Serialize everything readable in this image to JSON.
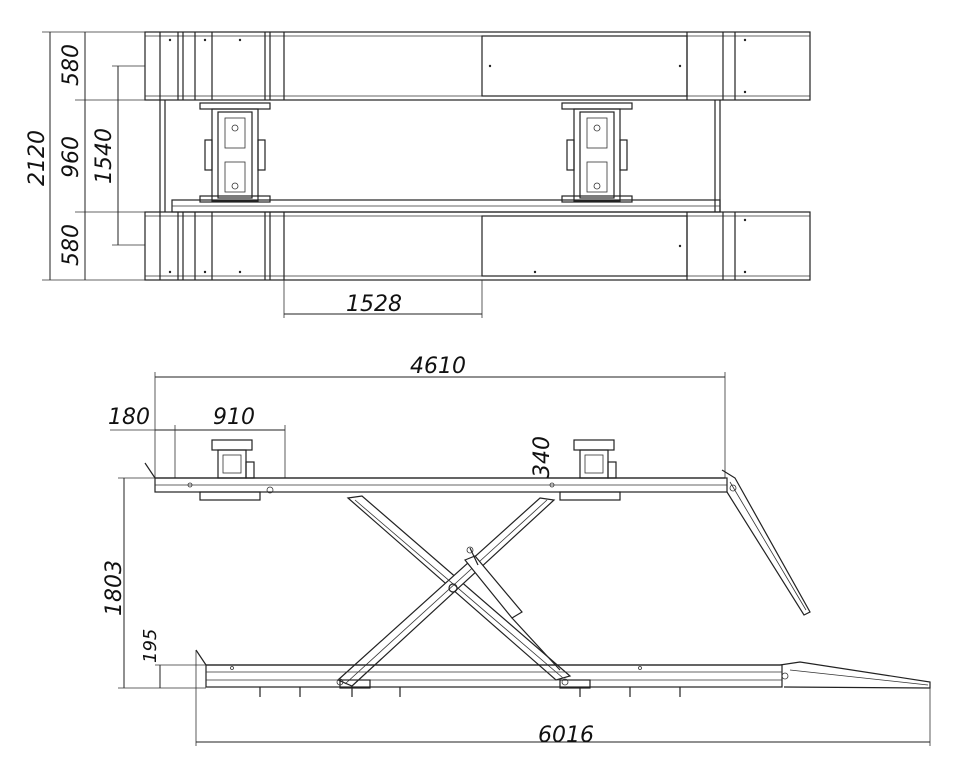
{
  "dimensions": {
    "top_580_upper": "580",
    "top_960": "960",
    "top_2120": "2120",
    "top_1540": "1540",
    "top_580_lower": "580",
    "top_1528": "1528",
    "side_4610": "4610",
    "side_180": "180",
    "side_910": "910",
    "side_340": "340",
    "side_1803": "1803",
    "side_195": "195",
    "side_6016": "6016"
  }
}
